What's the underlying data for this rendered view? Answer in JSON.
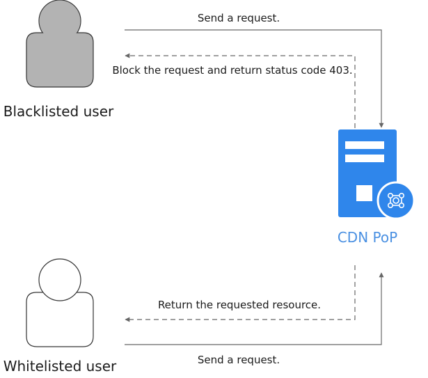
{
  "colors": {
    "blacklisted_user_fill": "#b3b3b3",
    "whitelisted_user_fill": "#ffffff",
    "server_blue": "#2f86eb",
    "caption_blue": "#4a90e2",
    "line": "#666666"
  },
  "actors": {
    "blacklisted": {
      "label": "Blacklisted user",
      "icon": "user-icon"
    },
    "whitelisted": {
      "label": "Whitelisted user",
      "icon": "user-icon"
    }
  },
  "server": {
    "label": "CDN PoP",
    "icon": "server-icon",
    "badge_icon": "network-nodes-icon"
  },
  "flows": {
    "blacklisted_request": {
      "label": "Send a request.",
      "style": "solid"
    },
    "blacklisted_response": {
      "label": "Block the request and return status code 403.",
      "style": "dashed"
    },
    "whitelisted_response": {
      "label": "Return the requested resource.",
      "style": "dashed"
    },
    "whitelisted_request": {
      "label": "Send a request.",
      "style": "solid"
    }
  }
}
